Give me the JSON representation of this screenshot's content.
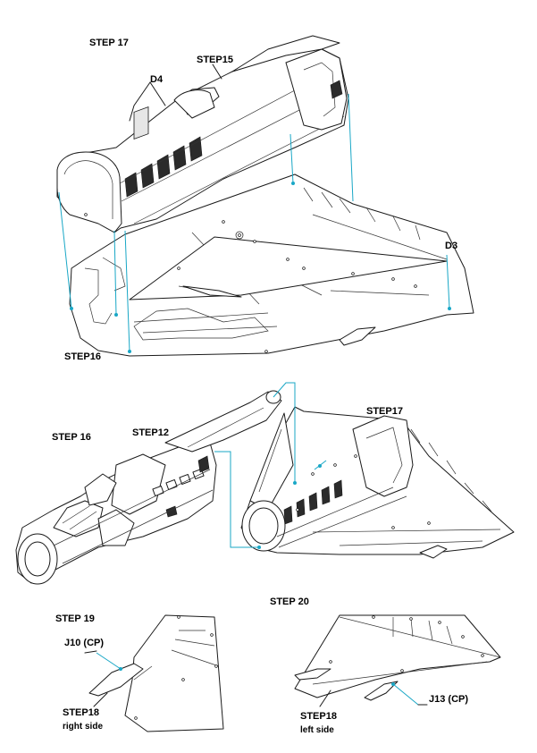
{
  "accent_color": "#19a7c6",
  "line_color": "#1a1a1a",
  "panels": {
    "top": {
      "step17": "STEP 17",
      "step15": "STEP15",
      "d4": "D4",
      "d3": "D3",
      "step16": "STEP16"
    },
    "middle": {
      "step16": "STEP 16",
      "step12": "STEP12",
      "step17": "STEP17"
    },
    "bottom_left": {
      "step19": "STEP 19",
      "part": "J10 (CP)",
      "step18": "STEP18",
      "side": "right side"
    },
    "bottom_right": {
      "step20": "STEP 20",
      "part": "J13 (CP)",
      "step18": "STEP18",
      "side": "left side"
    }
  }
}
